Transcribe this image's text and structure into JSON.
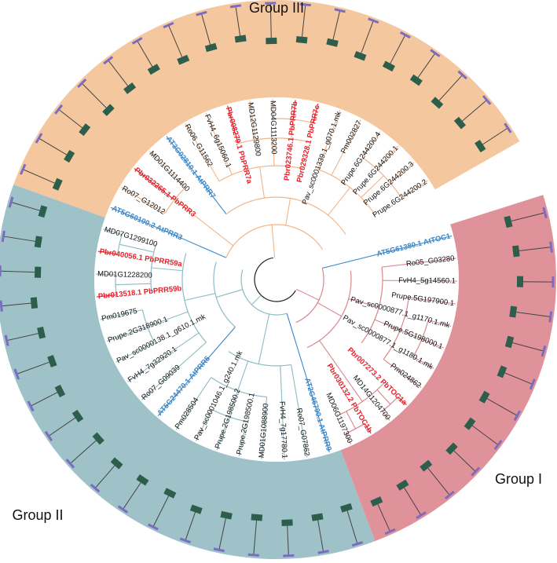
{
  "groups": [
    {
      "id": "g3",
      "label": "Group III",
      "color": "#f5c79e"
    },
    {
      "id": "g2",
      "label": "Group II",
      "color": "#9fc1c8"
    },
    {
      "id": "g1",
      "label": "Group I",
      "color": "#e0929a"
    }
  ],
  "colors": {
    "arabidopsis": "#3b86c8",
    "pear": "#e8202a",
    "other": "#111111",
    "branch_g3": "#f0b58a",
    "branch_g2": "#8cbcc4",
    "branch_g1": "#d9868e",
    "exon": "#2d5e4c",
    "utr": "#7b6cc0",
    "intron": "#444444"
  },
  "leaves": [
    {
      "label": "AT5G61380.1 AtTOC1",
      "kind": "arabidopsis",
      "group": "g1"
    },
    {
      "label": "Ro05_G03280",
      "kind": "other",
      "group": "g1"
    },
    {
      "label": "FvH4_5g14560.1",
      "kind": "other",
      "group": "g1"
    },
    {
      "label": "Prupe.5G197900.1",
      "kind": "other",
      "group": "g1"
    },
    {
      "label": "Pav_sc0000877.1_g1170.1.mk",
      "kind": "other",
      "group": "g1"
    },
    {
      "label": "Prupe.5G198000.1",
      "kind": "other",
      "group": "g1"
    },
    {
      "label": "Pav_sc0000877.1_g1180.1.mk",
      "kind": "other",
      "group": "g1"
    },
    {
      "label": "Pm024862",
      "kind": "other",
      "group": "g1"
    },
    {
      "label": "Pbr007273.2 PbTOC1a",
      "kind": "pear",
      "group": "g1"
    },
    {
      "label": "MD14G1204700",
      "kind": "other",
      "group": "g1"
    },
    {
      "label": "Pbr030132.2 PbTOC1b",
      "kind": "pear",
      "group": "g1"
    },
    {
      "label": "MD06G1197300",
      "kind": "other",
      "group": "g1"
    },
    {
      "label": "AT2G46790.1 AtPRR9",
      "kind": "arabidopsis",
      "group": "g2"
    },
    {
      "label": "Ro07_G07862",
      "kind": "other",
      "group": "g2"
    },
    {
      "label": "FvH4_7g17780.1",
      "kind": "other",
      "group": "g2"
    },
    {
      "label": "MD01G1088900",
      "kind": "other",
      "group": "g2"
    },
    {
      "label": "Prupe.2G198500.1",
      "kind": "other",
      "group": "g2"
    },
    {
      "label": "Prupe.2G198500.2",
      "kind": "other",
      "group": "g2"
    },
    {
      "label": "Pav_sc0001046.1_g240.1.mk",
      "kind": "other",
      "group": "g2"
    },
    {
      "label": "Pm028504",
      "kind": "other",
      "group": "g2"
    },
    {
      "label": "AT5G24470.1 AtPRR5",
      "kind": "arabidopsis",
      "group": "g2"
    },
    {
      "label": "Ro07_G09039",
      "kind": "other",
      "group": "g2"
    },
    {
      "label": "FvH4_7g32920.1",
      "kind": "other",
      "group": "g2"
    },
    {
      "label": "Pav_sc0000138.1_g610.1.mk",
      "kind": "other",
      "group": "g2"
    },
    {
      "label": "Prupe.2G318900.1",
      "kind": "other",
      "group": "g2"
    },
    {
      "label": "Pm019675",
      "kind": "other",
      "group": "g2"
    },
    {
      "label": "Pbr013518.1 PbPRR59b",
      "kind": "pear",
      "group": "g2"
    },
    {
      "label": "MD01G1228200",
      "kind": "other",
      "group": "g2"
    },
    {
      "label": "Pbr040056.1 PbPRR59a",
      "kind": "pear",
      "group": "g2"
    },
    {
      "label": "MD07G1299100",
      "kind": "other",
      "group": "g2"
    },
    {
      "label": "AT5G60100.2 AtPRR3",
      "kind": "arabidopsis",
      "group": "g3"
    },
    {
      "label": "Ro07_G12012",
      "kind": "other",
      "group": "g3"
    },
    {
      "label": "Pbr032265.1 PbPRR3",
      "kind": "pear",
      "group": "g3"
    },
    {
      "label": "MD01G1114400",
      "kind": "other",
      "group": "g3"
    },
    {
      "label": "AT3G02810.1 AtPRR7",
      "kind": "arabidopsis",
      "group": "g3"
    },
    {
      "label": "Ro06_G11562",
      "kind": "other",
      "group": "g3"
    },
    {
      "label": "FvH4_6g15060.1",
      "kind": "other",
      "group": "g3"
    },
    {
      "label": "Pbr008279.1 PbPRR7a",
      "kind": "pear",
      "group": "g3"
    },
    {
      "label": "MD12G1129800",
      "kind": "other",
      "group": "g3"
    },
    {
      "label": "MD04G1113200",
      "kind": "other",
      "group": "g3"
    },
    {
      "label": "Pbr023746.1 PbPRR7b",
      "kind": "pear",
      "group": "g3"
    },
    {
      "label": "Pbr029328.1 PbPRR7c",
      "kind": "pear",
      "group": "g3"
    },
    {
      "label": "Pav_sc0001339.1_g070.1.mk",
      "kind": "other",
      "group": "g3"
    },
    {
      "label": "Pm002827",
      "kind": "other",
      "group": "g3"
    },
    {
      "label": "Prupe.6G244200.4",
      "kind": "other",
      "group": "g3"
    },
    {
      "label": "Prupe.6G244200.1",
      "kind": "other",
      "group": "g3"
    },
    {
      "label": "Prupe.6G244200.3",
      "kind": "other",
      "group": "g3"
    },
    {
      "label": "Prupe.6G244200.2",
      "kind": "other",
      "group": "g3"
    }
  ]
}
